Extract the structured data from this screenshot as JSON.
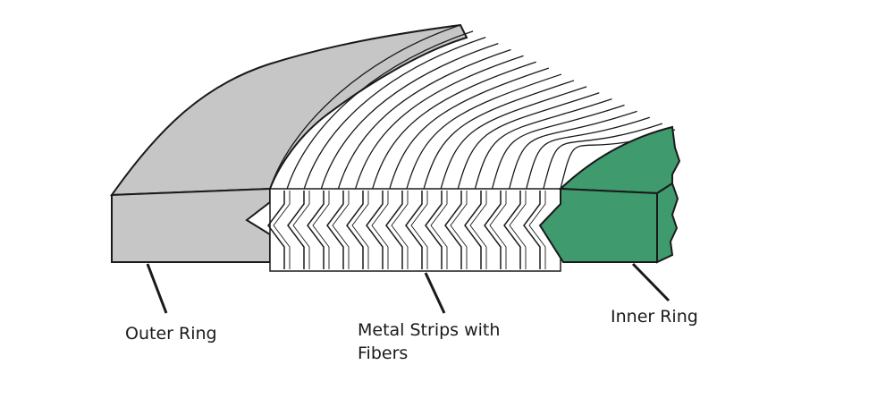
{
  "labels": {
    "outer_ring": "Outer Ring",
    "metal_strips_line1": "Metal Strips with",
    "metal_strips_line2": "Fibers",
    "inner_ring": "Inner Ring"
  },
  "colors": {
    "outer_ring": "#c6c6c6",
    "inner_ring": "#3f9a6e",
    "strips": "#ffffff",
    "outline": "#1a1a1a"
  }
}
